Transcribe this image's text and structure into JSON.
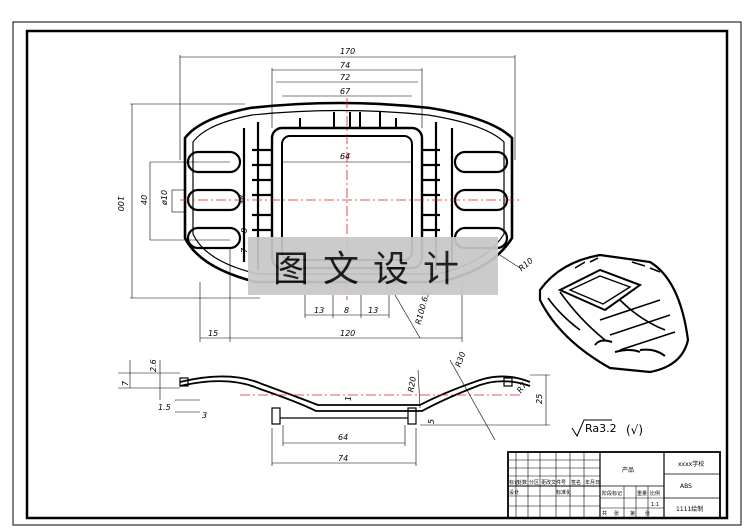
{
  "drawing": {
    "dims_top": [
      "170",
      "74",
      "72",
      "67",
      "64"
    ],
    "dims_left": [
      "100",
      "40",
      "ø10",
      "38",
      "8",
      "7"
    ],
    "dims_bottom": [
      "13",
      "8",
      "13",
      "15",
      "120",
      "R100.63"
    ],
    "dim_r10": "R10",
    "section_dims": [
      "2.6",
      "7",
      "1.5",
      "3",
      "1",
      "64",
      "74",
      "5",
      "R20",
      "R30",
      "R7",
      "25"
    ],
    "surface_finish": "Ra3.2",
    "surface_finish_paren": "(√)",
    "watermark": "图文设计"
  },
  "title_block": {
    "school": "xxxx学校",
    "product": "产品",
    "material": "ABS",
    "author": "1111绘制",
    "cells": [
      "标记",
      "处数",
      "分区",
      "更改文件号",
      "签名",
      "年月日",
      "设计",
      "标准化",
      "阶段标记",
      "重量",
      "比例",
      "1:1",
      "共",
      "张",
      "第",
      "张"
    ]
  }
}
